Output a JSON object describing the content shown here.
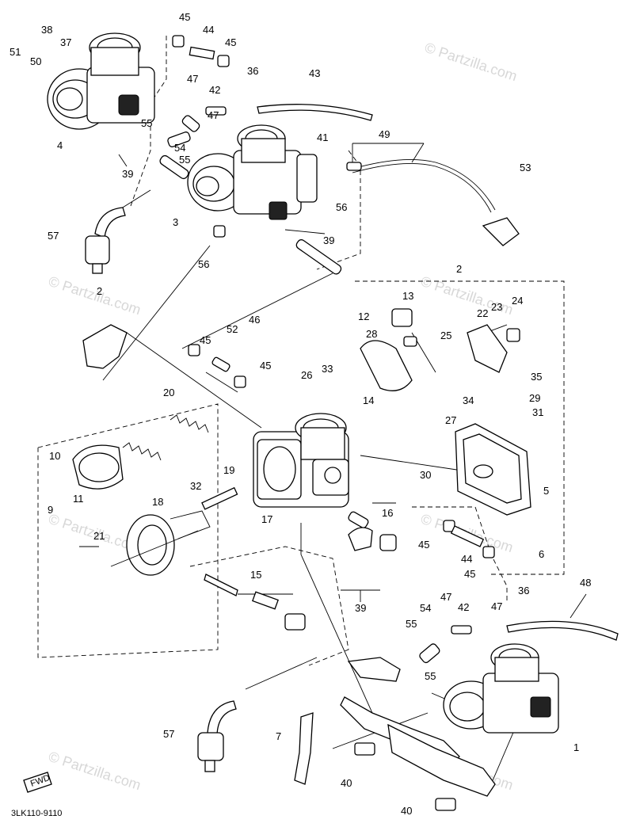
{
  "watermark_text": "© Partzilla.com",
  "diagram_code": "3LK110-9110",
  "front_badge": "FWD",
  "callouts": [
    "38",
    "37",
    "45",
    "44",
    "45",
    "51",
    "50",
    "47",
    "42",
    "36",
    "43",
    "55",
    "47",
    "4",
    "54",
    "55",
    "41",
    "49",
    "39",
    "3",
    "56",
    "53",
    "57",
    "56",
    "39",
    "2",
    "13",
    "12",
    "2",
    "28",
    "23",
    "24",
    "22",
    "25",
    "45",
    "52",
    "46",
    "45",
    "26",
    "33",
    "14",
    "35",
    "34",
    "29",
    "31",
    "20",
    "27",
    "10",
    "9",
    "11",
    "19",
    "30",
    "17",
    "32",
    "16",
    "5",
    "18",
    "6",
    "21",
    "45",
    "44",
    "45",
    "15",
    "39",
    "48",
    "47",
    "36",
    "54",
    "42",
    "47",
    "55",
    "55",
    "57",
    "7",
    "1",
    "40",
    "40"
  ]
}
